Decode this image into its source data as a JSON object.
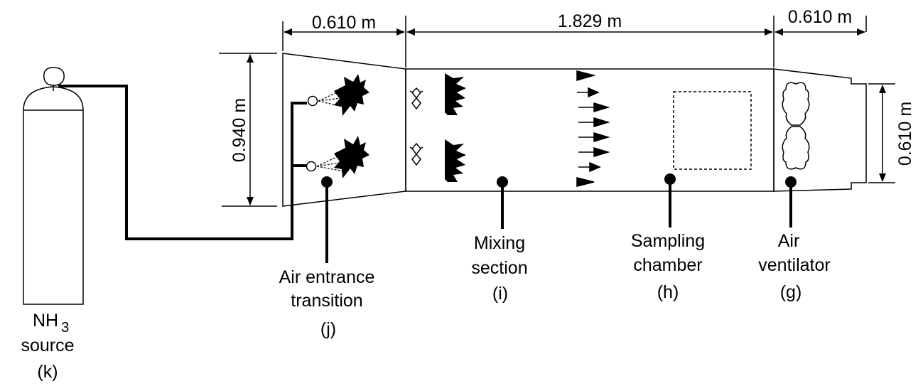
{
  "diagram": {
    "dimensions": {
      "transition_length": "0.610 m",
      "mixing_length": "1.829 m",
      "ventilator_length": "0.610 m",
      "inlet_height": "0.940 m",
      "outlet_height": "0.610 m"
    },
    "components": {
      "source": {
        "line1": "NH",
        "sub": "3",
        "line2": "source",
        "tag": "(k)"
      },
      "transition": {
        "line1": "Air entrance",
        "line2": "transition",
        "tag": "(j)"
      },
      "mixing": {
        "line1": "Mixing",
        "line2": "section",
        "tag": "(i)"
      },
      "sampling": {
        "line1": "Sampling",
        "line2": "chamber",
        "tag": "(h)"
      },
      "ventilator": {
        "line1": "Air",
        "line2": "ventilator",
        "tag": "(g)"
      }
    },
    "colors": {
      "ink": "#000000",
      "paper": "#ffffff"
    }
  }
}
